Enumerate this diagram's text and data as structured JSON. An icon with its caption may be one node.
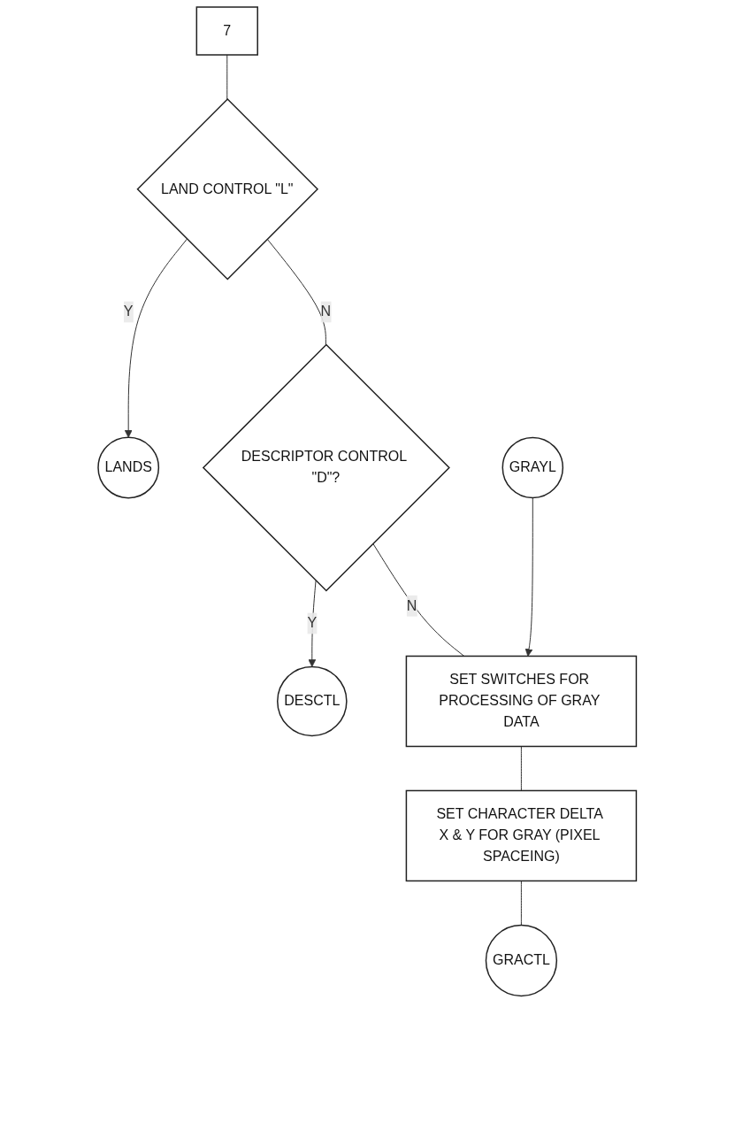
{
  "diagram": {
    "nodes": [
      {
        "text": [
          "7"
        ]
      },
      {
        "text": [
          "LAND CONTROL \"L\""
        ]
      },
      {
        "text": [
          "LANDS"
        ]
      },
      {
        "text": [
          "DESCRIPTOR CONTROL \"D\"?"
        ]
      },
      {
        "text": [
          "DESCTL"
        ]
      },
      {
        "text": [
          "GRAYL"
        ]
      },
      {
        "text": [
          "SET SWITCHES FOR PROCESSING OF GRAY DATA"
        ]
      },
      {
        "text": [
          "SET CHARACTER DELTA X & Y FOR GRAY (PIXEL SPACEING)"
        ]
      },
      {
        "text": [
          "GRACTL"
        ]
      }
    ],
    "edges": [
      {
        "from": 0,
        "to": 1,
        "arrow": "none"
      },
      {
        "from": 1,
        "to": 2,
        "label": "Y",
        "arrow": "to"
      },
      {
        "from": 1,
        "to": 3,
        "label": "N",
        "arrow": "none"
      },
      {
        "from": 3,
        "to": 4,
        "label": "Y",
        "arrow": "to"
      },
      {
        "from": 3,
        "to": 6,
        "label": "N",
        "arrow": "none"
      },
      {
        "from": 5,
        "to": 6,
        "arrow": "to"
      },
      {
        "from": 6,
        "to": 7,
        "arrow": "none"
      },
      {
        "from": 7,
        "to": 8,
        "arrow": "none"
      }
    ]
  }
}
